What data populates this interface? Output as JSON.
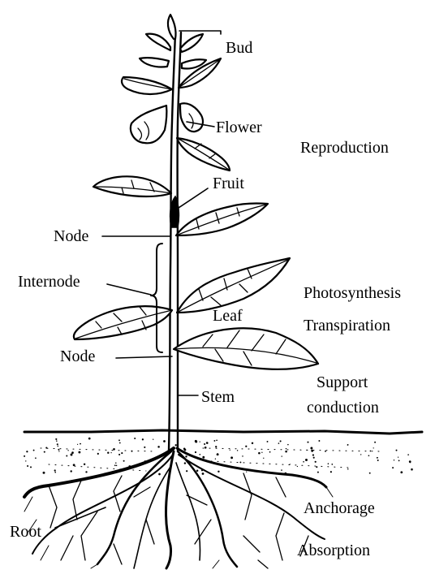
{
  "labels": {
    "bud": "Bud",
    "flower": "Flower",
    "fruit": "Fruit",
    "node_upper": "Node",
    "internode": "Internode",
    "leaf": "Leaf",
    "node_lower": "Node",
    "stem": "Stem",
    "root": "Root"
  },
  "functions": {
    "reproduction": "Reproduction",
    "photosynthesis": "Photosynthesis",
    "transpiration": "Transpiration",
    "support": "Support",
    "conduction": "conduction",
    "anchorage": "Anchorage",
    "absorption": "Absorption"
  },
  "colors": {
    "ink": "#000000",
    "background": "#ffffff"
  }
}
